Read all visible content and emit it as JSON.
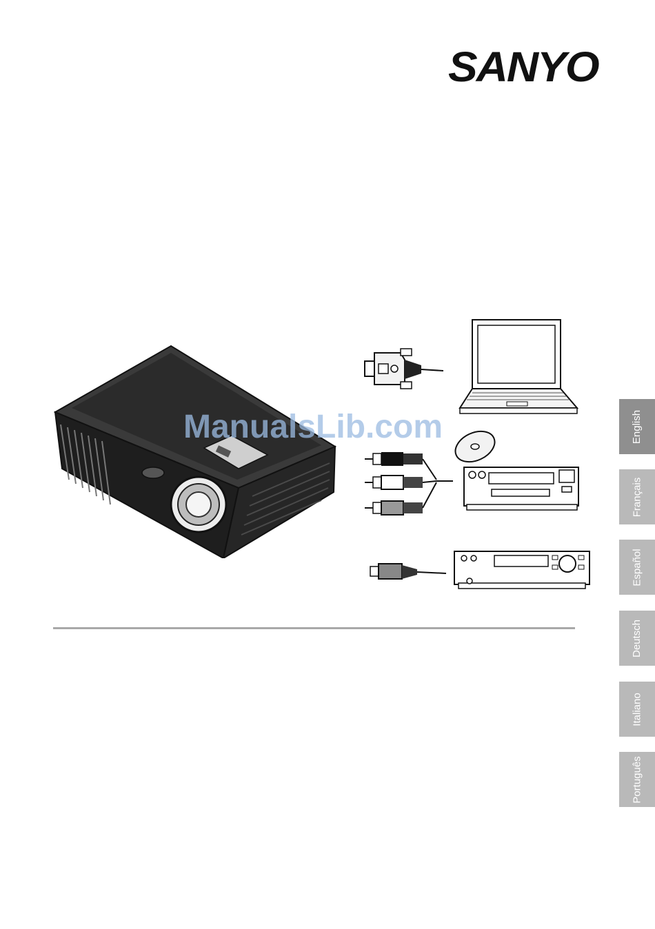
{
  "brand": {
    "name": "SANYO"
  },
  "watermark": {
    "text": "ManualsLib.com"
  },
  "language_tabs": [
    {
      "label": "English",
      "active": true
    },
    {
      "label": "Français",
      "active": false
    },
    {
      "label": "Español",
      "active": false
    },
    {
      "label": "Deutsch",
      "active": false
    },
    {
      "label": "Italiano",
      "active": false
    },
    {
      "label": "Português",
      "active": false
    }
  ],
  "illustrations": {
    "projector": "projector-illustration",
    "laptop": "laptop-icon",
    "vga_connector": "vga-connector-icon",
    "rca_cables": "rca-cable-icon",
    "disc": "disc-icon",
    "dvd_player": "dvd-player-icon",
    "svideo_connector": "svideo-connector-icon",
    "vcr": "vcr-icon"
  },
  "colors": {
    "tab_active": "#8f8f8f",
    "tab_inactive": "#b9b9b9",
    "rule": "#a8a8a8"
  }
}
